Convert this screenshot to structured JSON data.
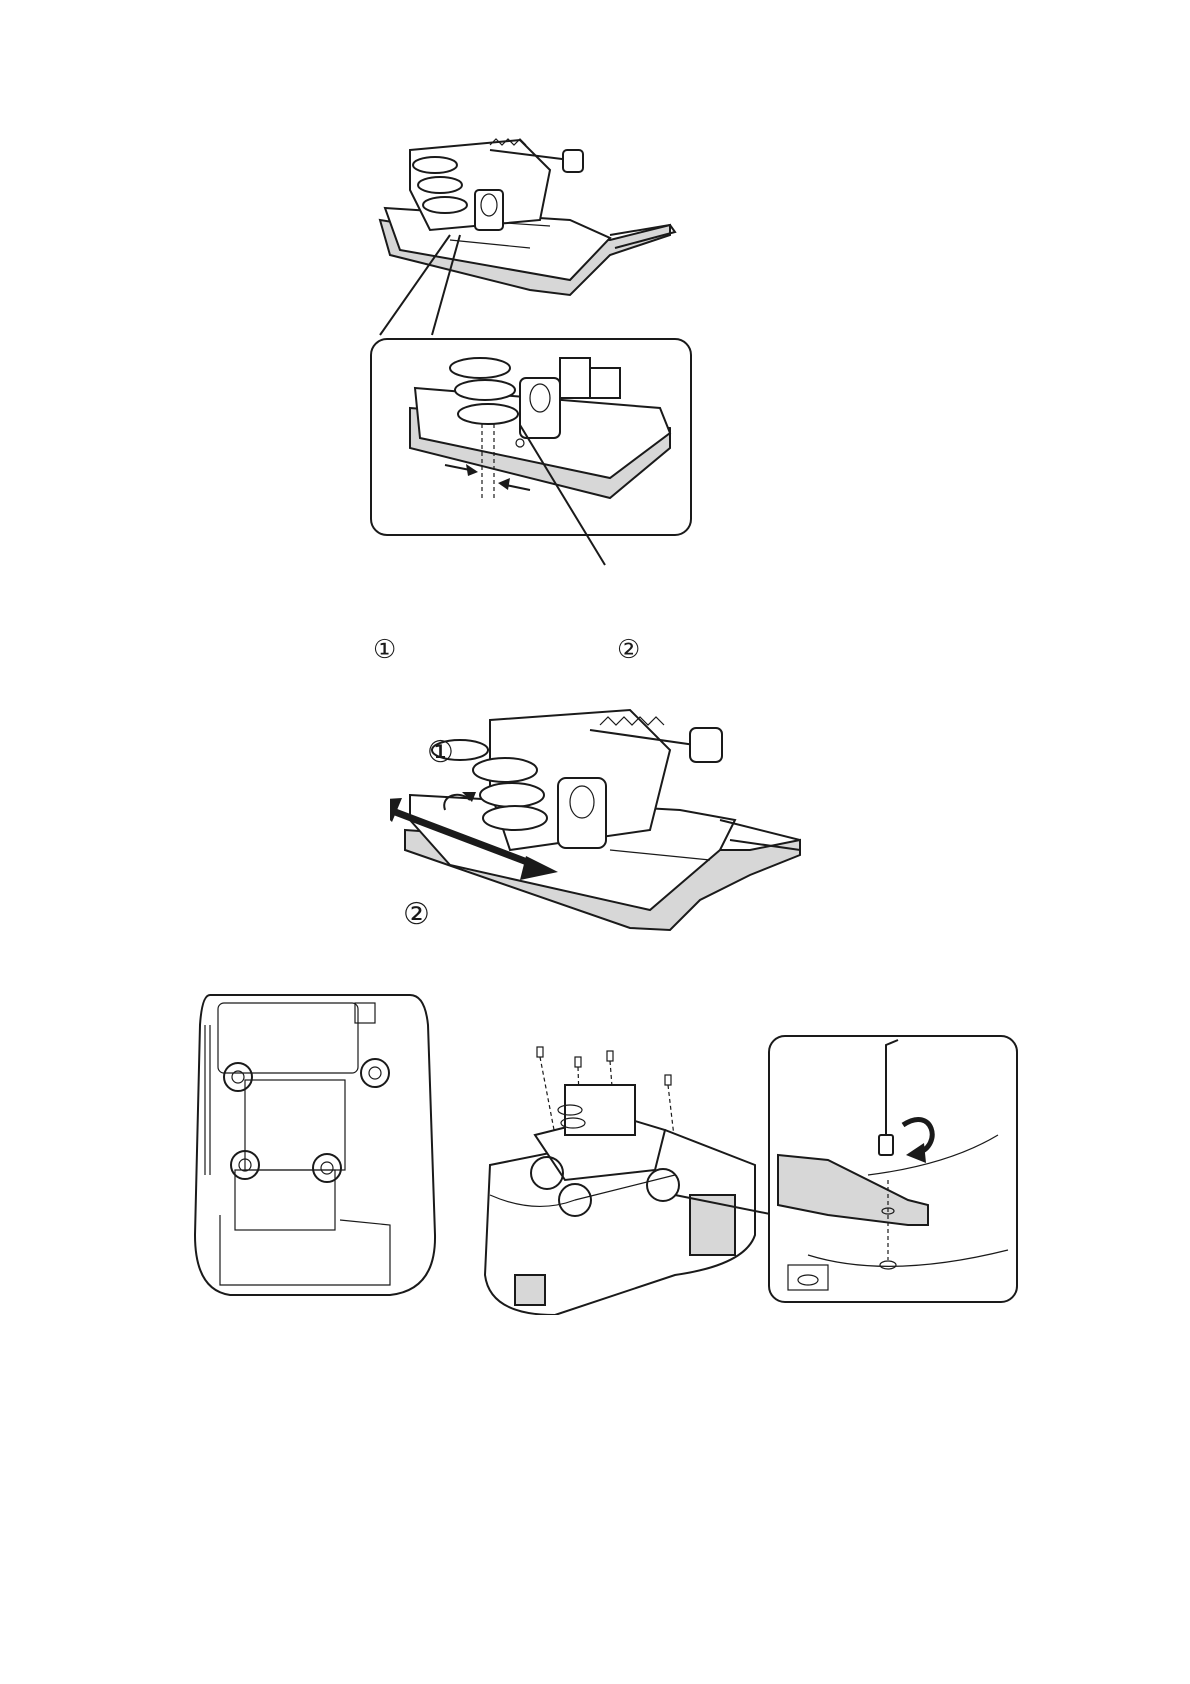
{
  "document": {
    "page_width_label": "",
    "step_callouts": {
      "step1": "①",
      "step2": "②"
    },
    "figure2_markers": {
      "marker1": "①",
      "marker2": "②"
    }
  }
}
